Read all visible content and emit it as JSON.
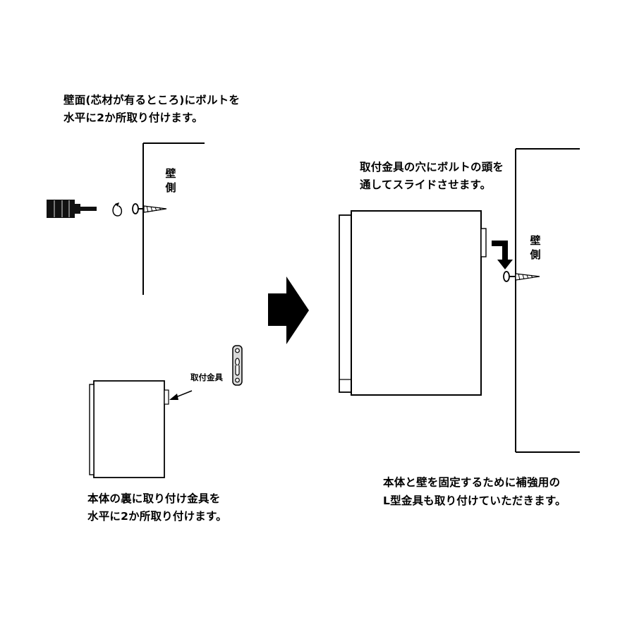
{
  "step1": {
    "line1": "壁面(芯材が有るところ)にボルトを",
    "line2": "水平に2か所取り付けます。",
    "wall_label_1": "壁",
    "wall_label_2": "側"
  },
  "step2": {
    "line1": "本体の裏に取り付け金具を",
    "line2": "水平に2か所取り付けます。",
    "bracket_label": "取付金具"
  },
  "step3": {
    "line1": "取付金具の穴にボルトの頭を",
    "line2": "通してスライドさせます。",
    "wall_label_1": "壁",
    "wall_label_2": "側"
  },
  "step4": {
    "line1": "本体と壁を固定するために補強用の",
    "line2": "L型金具も取り付けていただきます。"
  },
  "colors": {
    "ink": "#000000",
    "paper": "#ffffff",
    "grey": "#bdbdbd"
  }
}
